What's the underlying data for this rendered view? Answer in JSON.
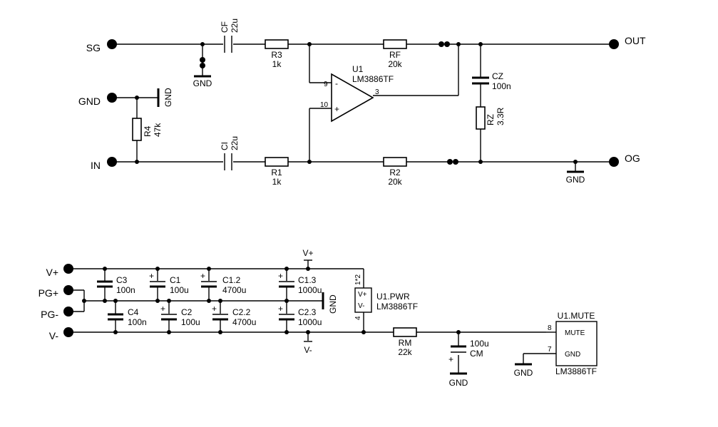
{
  "ports": {
    "sg": "SG",
    "gnd": "GND",
    "in": "IN",
    "out": "OUT",
    "og": "OG",
    "vplus": "V+",
    "pgplus": "PG+",
    "pgminus": "PG-",
    "vminus": "V-"
  },
  "components": {
    "cf_name": "CF",
    "cf_val": "22u",
    "ci_name": "CI",
    "ci_val": "22u",
    "r3_name": "R3",
    "r3_val": "1k",
    "r1_name": "R1",
    "r1_val": "1k",
    "rf_name": "RF",
    "rf_val": "20k",
    "r2_name": "R2",
    "r2_val": "20k",
    "r4_name": "R4",
    "r4_val": "47k",
    "cz_name": "CZ",
    "cz_val": "100n",
    "rz_name": "RZ",
    "rz_val": "3.3R",
    "u1_name": "U1",
    "u1_val": "LM3886TF",
    "pin9": "9",
    "pin10": "10",
    "pin3": "3",
    "c3_name": "C3",
    "c3_val": "100n",
    "c1_name": "C1",
    "c1_val": "100u",
    "c12_name": "C1.2",
    "c12_val": "4700u",
    "c13_name": "C1.3",
    "c13_val": "1000u",
    "c4_name": "C4",
    "c4_val": "100n",
    "c2_name": "C2",
    "c2_val": "100u",
    "c22_name": "C2.2",
    "c22_val": "4700u",
    "c23_name": "C2.3",
    "c23_val": "1000u",
    "upwr_name": "U1.PWR",
    "upwr_val": "LM3886TF",
    "pwr_vplus": "V+",
    "pwr_vminus": "V-",
    "pwr_pin1": "1*2",
    "pwr_pin4": "4",
    "rm_name": "RM",
    "rm_val": "22k",
    "cm_name": "CM",
    "cm_val": "100u",
    "mute_name": "U1.MUTE",
    "mute_val": "LM3886TF",
    "mute_pin_mute": "MUTE",
    "mute_pin_gnd": "GND",
    "mute_pin8": "8",
    "mute_pin7": "7"
  },
  "supplies": {
    "gnd": "GND",
    "vplus": "V+",
    "vminus": "V-",
    "plus": "+",
    "minus": "-"
  }
}
